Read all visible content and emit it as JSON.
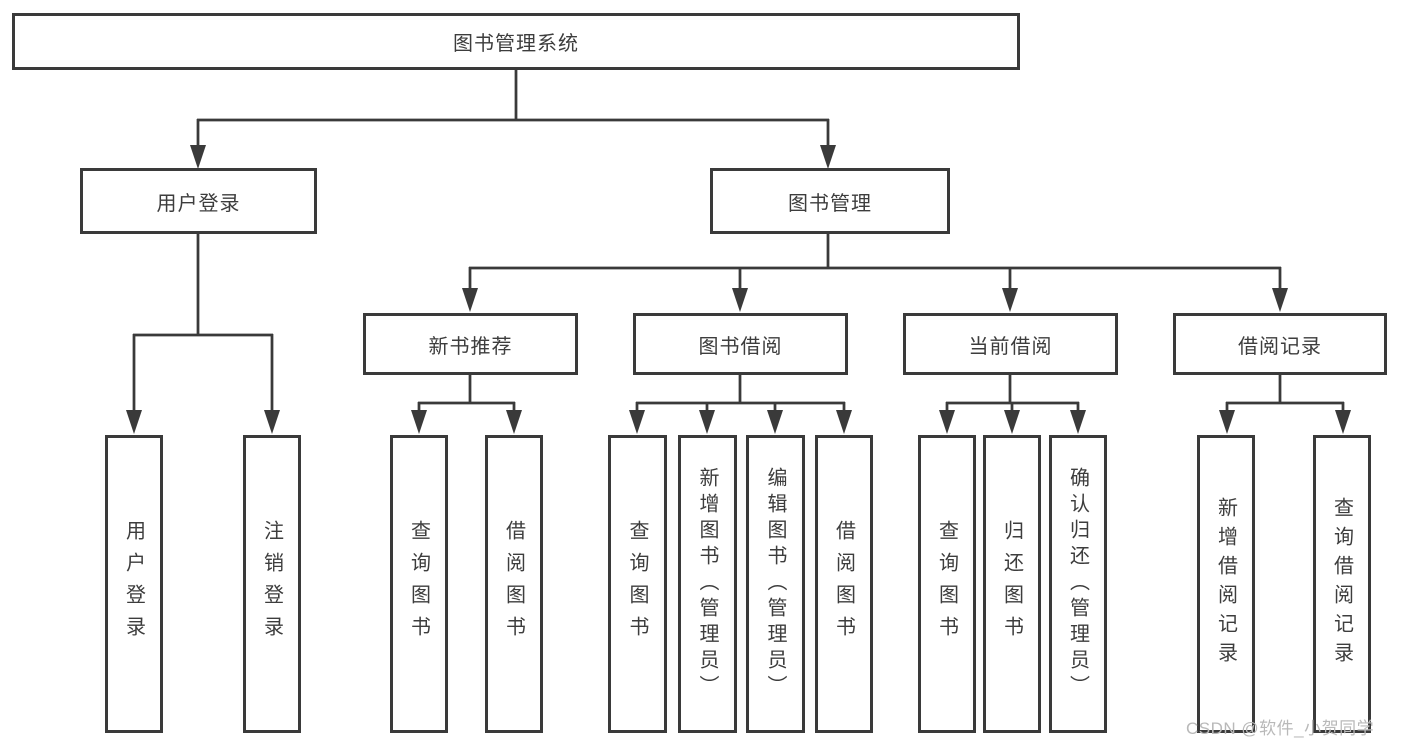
{
  "tree": {
    "root": "图书管理系统",
    "user_login": {
      "label": "用户登录",
      "children": [
        "用户登录",
        "注销登录"
      ]
    },
    "book_mgmt": {
      "label": "图书管理",
      "sections": [
        {
          "label": "新书推荐",
          "children": [
            "查询图书",
            "借阅图书"
          ]
        },
        {
          "label": "图书借阅",
          "children": [
            "查询图书",
            "新增图书（管理员）",
            "编辑图书（管理员）",
            "借阅图书"
          ]
        },
        {
          "label": "当前借阅",
          "children": [
            "查询图书",
            "归还图书",
            "确认归还（管理员）"
          ]
        },
        {
          "label": "借阅记录",
          "children": [
            "新增借阅记录",
            "查询借阅记录"
          ]
        }
      ]
    }
  },
  "watermark": "CSDN @软件_小贺同学",
  "colors": {
    "line": "#3a3a3a",
    "text": "#3d3d3d",
    "watermark": "#b9b9b9"
  }
}
